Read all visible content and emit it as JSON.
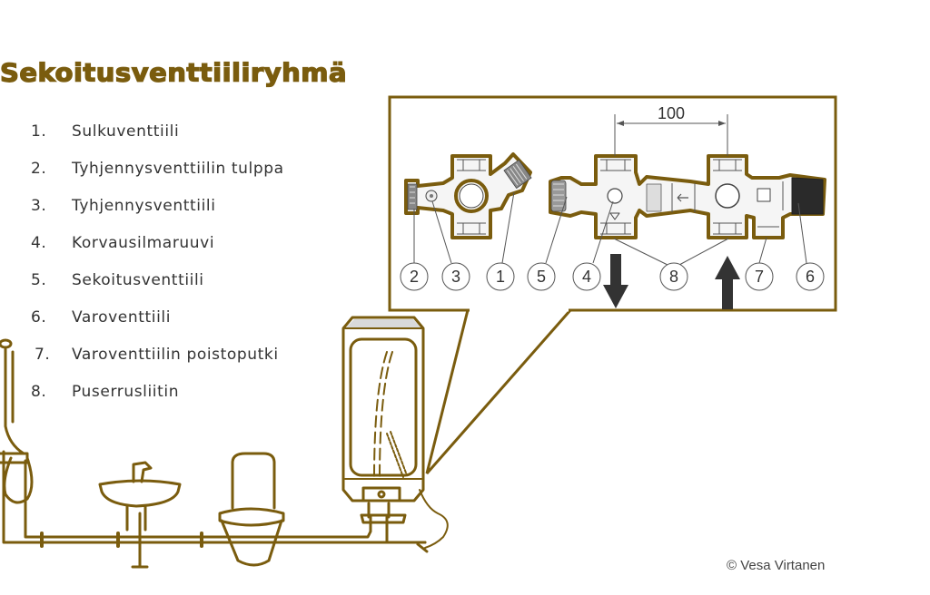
{
  "slide": {
    "title": "Sekoitusventtiiliryhmä",
    "copyright": "© Vesa Virtanen",
    "accent_color": "#7a5c0e"
  },
  "legend": {
    "items": [
      {
        "number": "1.",
        "label": "Sulkuventtiili"
      },
      {
        "number": "2.",
        "label": "Tyhjennysventtiilin tulppa"
      },
      {
        "number": "3.",
        "label": "Tyhjennysventtiili"
      },
      {
        "number": "4.",
        "label": "Korvausilmaruuvi"
      },
      {
        "number": "5.",
        "label": "Sekoitusventtiili"
      },
      {
        "number": "6.",
        "label": "Varoventtiili"
      },
      {
        "number": "7.",
        "label": "Varoventtiilin poistoputki"
      },
      {
        "number": "8.",
        "label": "Puserrusliitin"
      }
    ]
  },
  "detail_diagram": {
    "dimension_label": "100",
    "callouts": [
      "2",
      "3",
      "1",
      "5",
      "4",
      "8",
      "7",
      "6"
    ],
    "flow_arrows": [
      "down",
      "up"
    ]
  },
  "bathroom_illustration": {
    "fixtures": [
      "shower",
      "washbasin",
      "toilet",
      "water-heater"
    ]
  }
}
